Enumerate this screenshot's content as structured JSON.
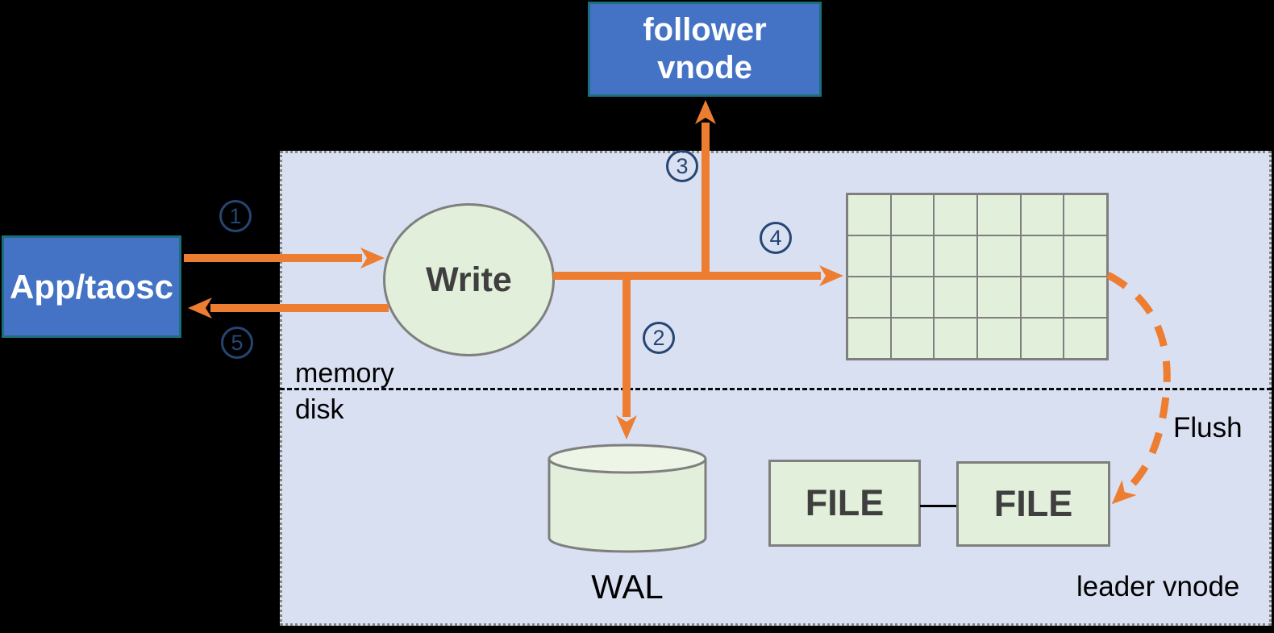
{
  "nodes": {
    "app": {
      "label": "App/taosc"
    },
    "follower_vnode": {
      "line1": "follower",
      "line2": "vnode"
    },
    "write": {
      "label": "Write"
    },
    "wal": {
      "label": "WAL"
    },
    "files": [
      {
        "label": "FILE"
      },
      {
        "label": "FILE"
      }
    ],
    "leader_vnode": {
      "label": "leader vnode"
    }
  },
  "labels": {
    "memory": "memory",
    "disk": "disk",
    "flush": "Flush"
  },
  "steps": [
    {
      "label": "1"
    },
    {
      "label": "2"
    },
    {
      "label": "3"
    },
    {
      "label": "4"
    },
    {
      "label": "5"
    }
  ],
  "grid": {
    "rows": 4,
    "cols": 6
  },
  "colors": {
    "background": "#000000",
    "region_fill": "#D9E0F2",
    "region_border": "#858585",
    "node_blue_fill": "#4472C4",
    "node_blue_border": "#1C6D7E",
    "node_green_fill": "#E2EFDA",
    "node_green_border": "#7F7F7F",
    "arrow_orange": "#ED7D31",
    "step_navy": "#254672",
    "text_dark_gray": "#3F3F3F",
    "text_black": "#000000",
    "text_white": "#FFFFFF"
  }
}
